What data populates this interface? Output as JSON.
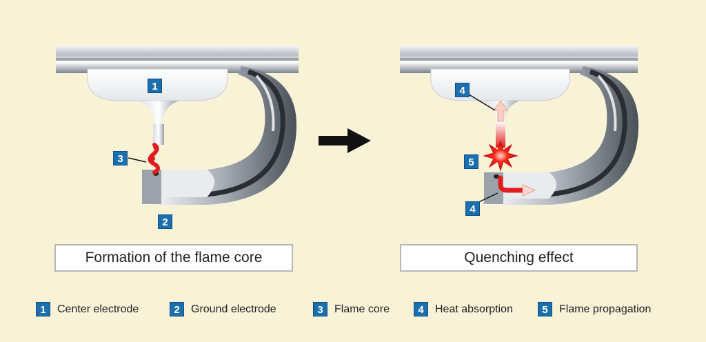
{
  "panels": [
    {
      "caption": "Formation of the flame core"
    },
    {
      "caption": "Quenching effect"
    }
  ],
  "badges": {
    "left": {
      "center": "1",
      "ground": "2",
      "flame": "3"
    },
    "right": {
      "heat_top": "4",
      "flame_prop": "5",
      "heat_bottom": "4"
    }
  },
  "legend": [
    {
      "number": "1",
      "label": "Center electrode"
    },
    {
      "number": "2",
      "label": "Ground electrode"
    },
    {
      "number": "3",
      "label": "Flame core"
    },
    {
      "number": "4",
      "label": "Heat absorption"
    },
    {
      "number": "5",
      "label": "Flame propagation"
    }
  ],
  "colors": {
    "background": "#f8f2d7",
    "badge": "#1b6fae",
    "flame": "#e41f1f",
    "arrow": "#111111"
  }
}
